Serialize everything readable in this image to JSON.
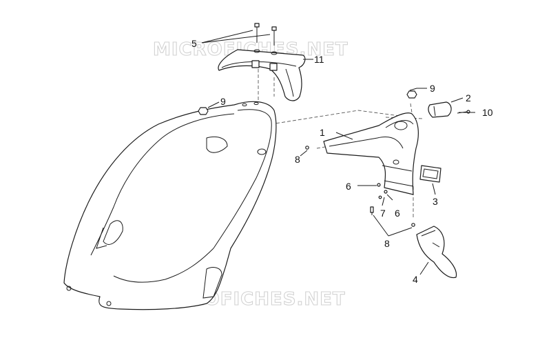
{
  "watermark": {
    "text": "MICROFICHES.NET"
  },
  "callouts": {
    "c1": "1",
    "c2": "2",
    "c3": "3",
    "c4": "4",
    "c5": "5",
    "c6a": "6",
    "c6b": "6",
    "c7": "7",
    "c8a": "8",
    "c8b": "8",
    "c9a": "9",
    "c9b": "9",
    "c10": "10",
    "c11": "11"
  },
  "colors": {
    "line": "#1a1a1a",
    "watermark_outline": "#d2d2d2"
  }
}
